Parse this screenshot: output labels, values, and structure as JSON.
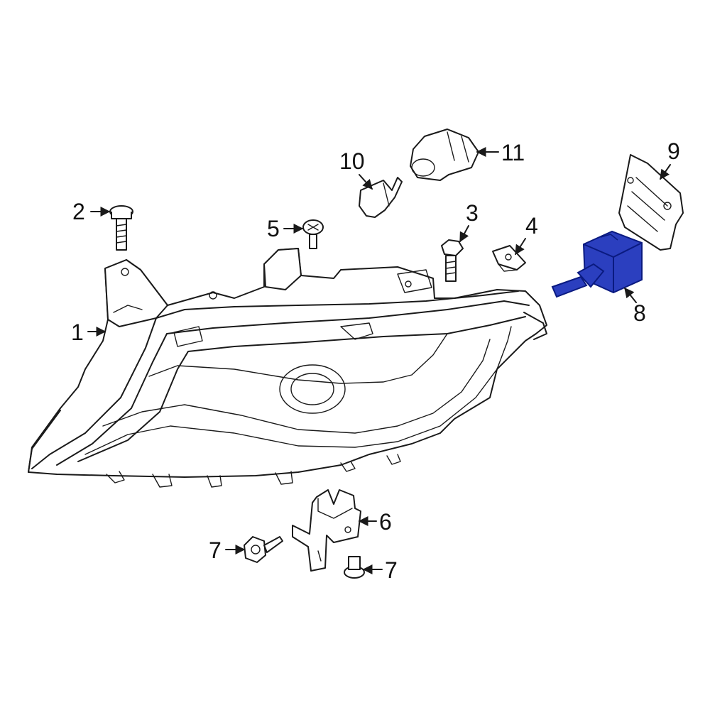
{
  "diagram": {
    "callouts": [
      {
        "id": "c1",
        "number": "1"
      },
      {
        "id": "c2",
        "number": "2"
      },
      {
        "id": "c3",
        "number": "3"
      },
      {
        "id": "c4",
        "number": "4"
      },
      {
        "id": "c5",
        "number": "5"
      },
      {
        "id": "c6",
        "number": "6"
      },
      {
        "id": "c7a",
        "number": "7"
      },
      {
        "id": "c7b",
        "number": "7"
      },
      {
        "id": "c8",
        "number": "8"
      },
      {
        "id": "c9",
        "number": "9"
      },
      {
        "id": "c10",
        "number": "10"
      },
      {
        "id": "c11",
        "number": "11"
      }
    ],
    "highlighted_part": "8",
    "colors": {
      "line": "#1a1a1a",
      "highlight_fill": "#2b3fbf",
      "highlight_stroke": "#0a1a80",
      "background": "#ffffff"
    }
  }
}
